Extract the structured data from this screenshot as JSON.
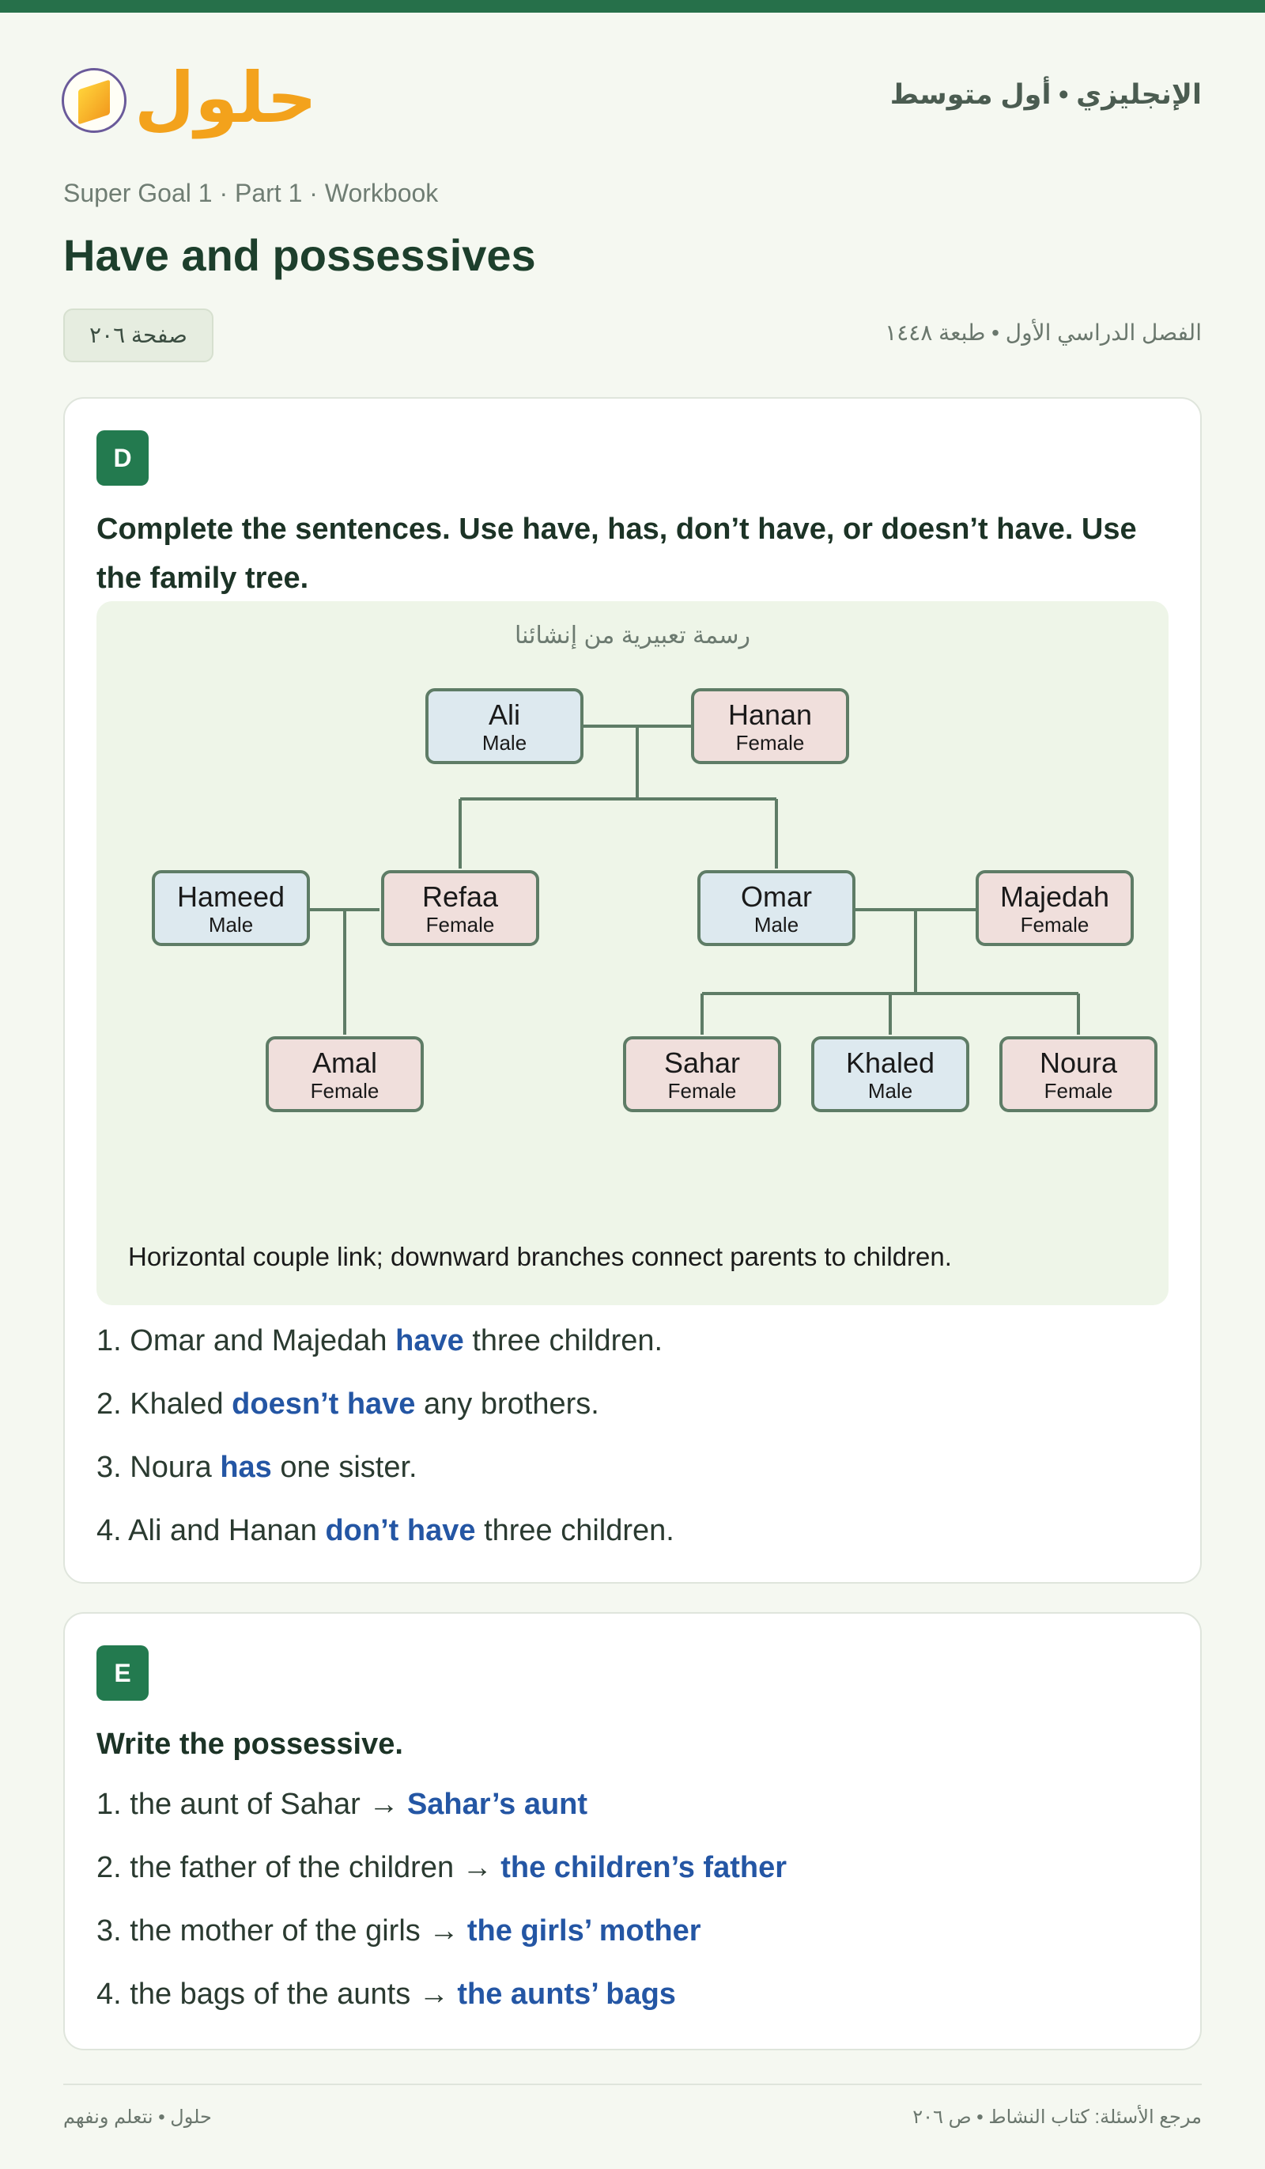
{
  "header": {
    "logo_text": "حلول",
    "subject": "الإنجليزي • أول متوسط",
    "breadcrumb": "Super Goal 1 · Part 1 · Workbook",
    "title": "Have and possessives",
    "page_label": "صفحة ٢٠٦",
    "term_info": "الفصل الدراسي الأول • طبعة ١٤٤٨"
  },
  "section_d": {
    "badge": "D",
    "instruction": "Complete the sentences. Use have, has, don’t have, or doesn’t have. Use the family tree.",
    "tree_caption": "رسمة تعبيرية من إنشائنا",
    "tree_note": "Horizontal couple link; downward branches connect parents to children.",
    "people": [
      {
        "name": "Ali",
        "gender": "Male"
      },
      {
        "name": "Hanan",
        "gender": "Female"
      },
      {
        "name": "Hameed",
        "gender": "Male"
      },
      {
        "name": "Refaa",
        "gender": "Female"
      },
      {
        "name": "Omar",
        "gender": "Male"
      },
      {
        "name": "Majedah",
        "gender": "Female"
      },
      {
        "name": "Amal",
        "gender": "Female"
      },
      {
        "name": "Sahar",
        "gender": "Female"
      },
      {
        "name": "Khaled",
        "gender": "Male"
      },
      {
        "name": "Noura",
        "gender": "Female"
      }
    ],
    "items": [
      {
        "num": "1.",
        "before": "Omar and Majedah",
        "answer": "have",
        "after": "three children."
      },
      {
        "num": "2.",
        "before": "Khaled",
        "answer": "doesn’t have",
        "after": "any brothers."
      },
      {
        "num": "3.",
        "before": "Noura",
        "answer": "has",
        "after": "one sister."
      },
      {
        "num": "4.",
        "before": "Ali and Hanan",
        "answer": "don’t have",
        "after": "three children."
      }
    ]
  },
  "section_e": {
    "badge": "E",
    "instruction": "Write the possessive.",
    "items": [
      {
        "num": "1.",
        "prompt": "the aunt of Sahar",
        "arrow": "→",
        "answer": "Sahar’s aunt"
      },
      {
        "num": "2.",
        "prompt": "the father of the children",
        "arrow": "→",
        "answer": "the children’s father"
      },
      {
        "num": "3.",
        "prompt": "the mother of the girls",
        "arrow": "→",
        "answer": "the girls’ mother"
      },
      {
        "num": "4.",
        "prompt": "the bags of the aunts",
        "arrow": "→",
        "answer": "the aunts’ bags"
      }
    ]
  },
  "footer": {
    "left": "حلول • نتعلم ونفهم",
    "right": "مرجع الأسئلة: كتاب النشاط • ص ٢٠٦"
  },
  "colors": {
    "accent_green": "#26704a",
    "answer_blue": "#2456a4",
    "male_box": "#dde9ef",
    "female_box": "#f0dfdc",
    "tree_line": "#5e7c66"
  }
}
